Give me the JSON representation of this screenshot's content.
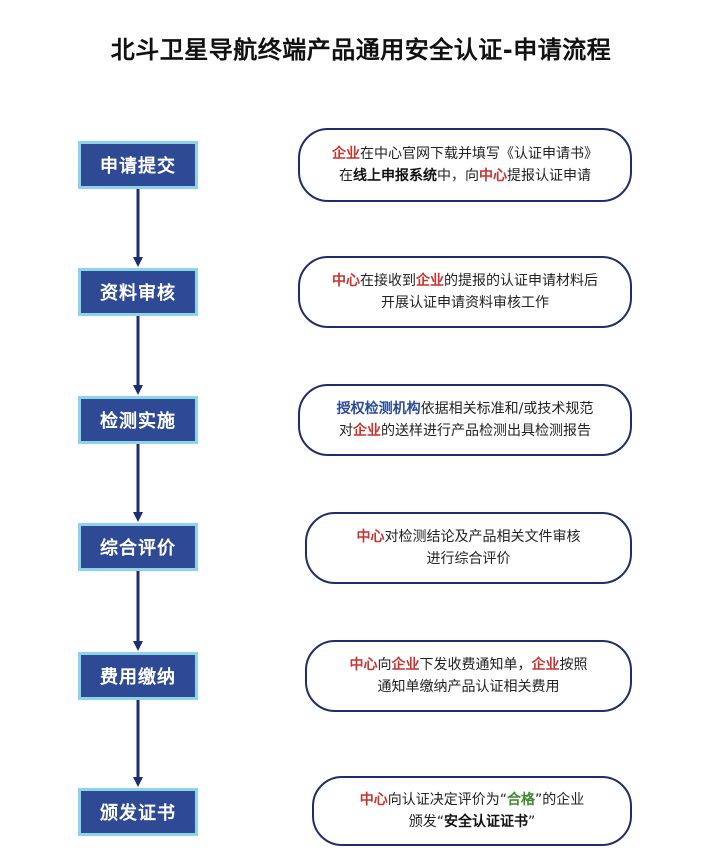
{
  "title": "北斗卫星导航终端产品通用安全认证-申请流程",
  "steps": [
    {
      "label": "申请提交",
      "lines": [
        [
          {
            "t": "企业",
            "s": "red"
          },
          {
            "t": "在中心官网下载并填写《认证申请书》"
          }
        ],
        [
          {
            "t": "在"
          },
          {
            "t": "线上申报系统",
            "s": "bold"
          },
          {
            "t": "中，向"
          },
          {
            "t": "中心",
            "s": "red"
          },
          {
            "t": "提报认证申请"
          }
        ]
      ]
    },
    {
      "label": "资料审核",
      "lines": [
        [
          {
            "t": "中心",
            "s": "red"
          },
          {
            "t": "在接收到"
          },
          {
            "t": "企业",
            "s": "red"
          },
          {
            "t": "的提报的认证申请材料后"
          }
        ],
        [
          {
            "t": "开展认证申请资料审核工作"
          }
        ]
      ]
    },
    {
      "label": "检测实施",
      "lines": [
        [
          {
            "t": "授权检测机构",
            "s": "blue"
          },
          {
            "t": "依据相关标准和/或技术规范"
          }
        ],
        [
          {
            "t": "对"
          },
          {
            "t": "企业",
            "s": "red"
          },
          {
            "t": "的送样进行产品检测出具检测报告"
          }
        ]
      ]
    },
    {
      "label": "综合评价",
      "lines": [
        [
          {
            "t": "中心",
            "s": "red"
          },
          {
            "t": "对检测结论及产品相关文件审核"
          }
        ],
        [
          {
            "t": "进行综合评价"
          }
        ]
      ]
    },
    {
      "label": "费用缴纳",
      "lines": [
        [
          {
            "t": "中心",
            "s": "red"
          },
          {
            "t": "向"
          },
          {
            "t": "企业",
            "s": "red"
          },
          {
            "t": "下发收费通知单，"
          },
          {
            "t": "企业",
            "s": "red"
          },
          {
            "t": "按照"
          }
        ],
        [
          {
            "t": "通知单缴纳产品认证相关费用"
          }
        ]
      ]
    },
    {
      "label": "颁发证书",
      "lines": [
        [
          {
            "t": "中心",
            "s": "red"
          },
          {
            "t": "向认证决定评价为“"
          },
          {
            "t": "合格",
            "s": "green"
          },
          {
            "t": "”的企业"
          }
        ],
        [
          {
            "t": "颁发“"
          },
          {
            "t": "安全认证证书",
            "s": "bold"
          },
          {
            "t": "”"
          }
        ]
      ]
    }
  ],
  "colors": {
    "step_fill": "#2f4a95",
    "step_border": "#8fd3e8",
    "box_border": "#1f2d6e",
    "arrow": "#1f2d6e",
    "highlight_red": "#c8332f",
    "highlight_blue": "#2a4b9a",
    "highlight_green": "#3d8a2f"
  }
}
